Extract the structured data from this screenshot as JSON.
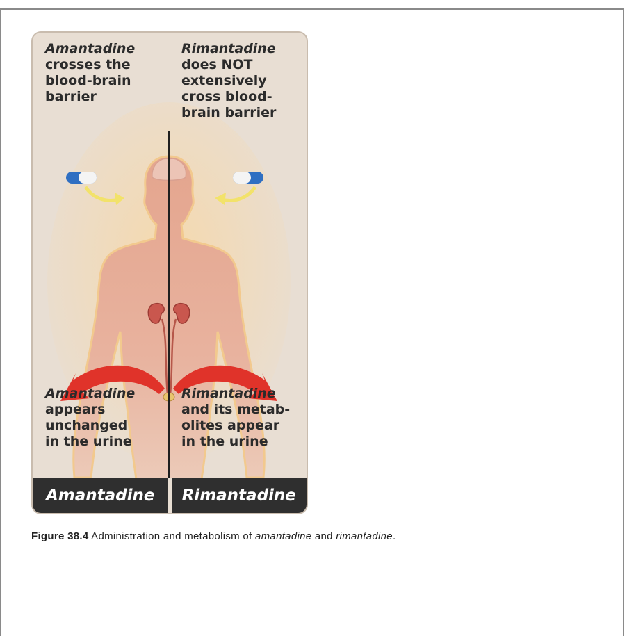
{
  "figure": {
    "top_left": {
      "drug": "Amantadine",
      "text": "crosses the\nblood-brain\nbarrier"
    },
    "top_right": {
      "drug": "Rimantadine",
      "text": "does NOT\nextensively\ncross blood-\nbrain barrier"
    },
    "bottom_left": {
      "drug": "Amantadine",
      "text": "appears\nunchanged\nin the urine"
    },
    "bottom_right": {
      "drug": "Rimantadine",
      "text": "and its metab-\nolites appear\nin the urine"
    },
    "footer_left": "Amantadine",
    "footer_right": "Rimantadine"
  },
  "caption": {
    "label": "Figure 38.4",
    "text_1": " Administration and metabolism of ",
    "drug_1": "amantadine",
    "text_2": " and ",
    "drug_2": "rimantadine",
    "text_3": "."
  }
}
